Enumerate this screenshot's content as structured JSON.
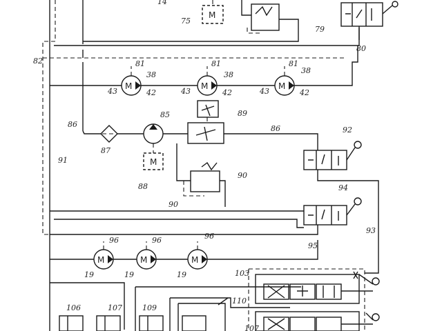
{
  "labels": {
    "l14": "14",
    "l75": "75",
    "l79": "79",
    "l80": "80",
    "l82": "82",
    "l81a": "81",
    "l81b": "81",
    "l81c": "81",
    "l38a": "38",
    "l38b": "38",
    "l38c": "38",
    "l43a": "43",
    "l43b": "43",
    "l43c": "43",
    "l42a": "42",
    "l42b": "42",
    "l42c": "42",
    "l85": "85",
    "l89": "89",
    "l86a": "86",
    "l86b": "86",
    "l87": "87",
    "l92": "92",
    "l91": "91",
    "l88": "88",
    "l90a": "90",
    "l90b": "90",
    "l94": "94",
    "l93": "93",
    "l95": "95",
    "l96a": "96",
    "l96b": "96",
    "l96c": "96",
    "l19a": "19",
    "l19b": "19",
    "l19c": "19",
    "l103": "103",
    "l110": "110",
    "l106": "106",
    "l107": "107",
    "l109": "109",
    "l107b": "107"
  },
  "symbols": {
    "motor_letter": "M"
  }
}
